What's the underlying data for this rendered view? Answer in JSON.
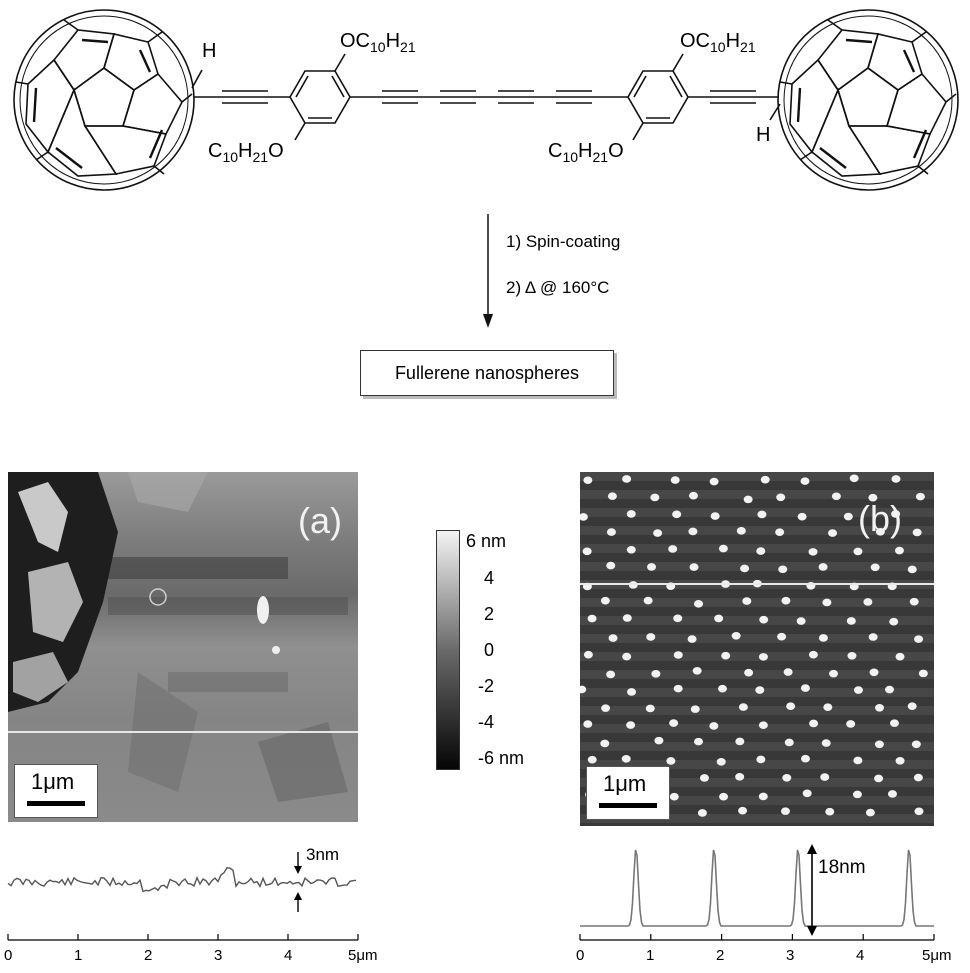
{
  "molecule": {
    "h_left": "H",
    "h_right": "H",
    "oc10h21_top_left": "OC10H21",
    "c10h21o_bottom_left": "C10H21O",
    "oc10h21_top_right": "OC10H21",
    "c10h21o_bottom_right": "C10H21O"
  },
  "reaction": {
    "step1": "1) Spin-coating",
    "step2": "2) Δ @ 160°C"
  },
  "product": "Fullerene nanospheres",
  "panel_a": {
    "letter": "(a)",
    "scale_bar": "1μm",
    "height_label": "3nm",
    "x_ticks": [
      "0",
      "1",
      "2",
      "3",
      "4",
      "5μm"
    ]
  },
  "panel_b": {
    "letter": "(b)",
    "scale_bar": "1μm",
    "height_label": "18nm",
    "x_ticks": [
      "0",
      "1",
      "2",
      "3",
      "4",
      "5μm"
    ]
  },
  "colorbar": {
    "labels": [
      "6 nm",
      "4",
      "2",
      "0",
      "-2",
      "-4",
      "-6 nm"
    ]
  }
}
